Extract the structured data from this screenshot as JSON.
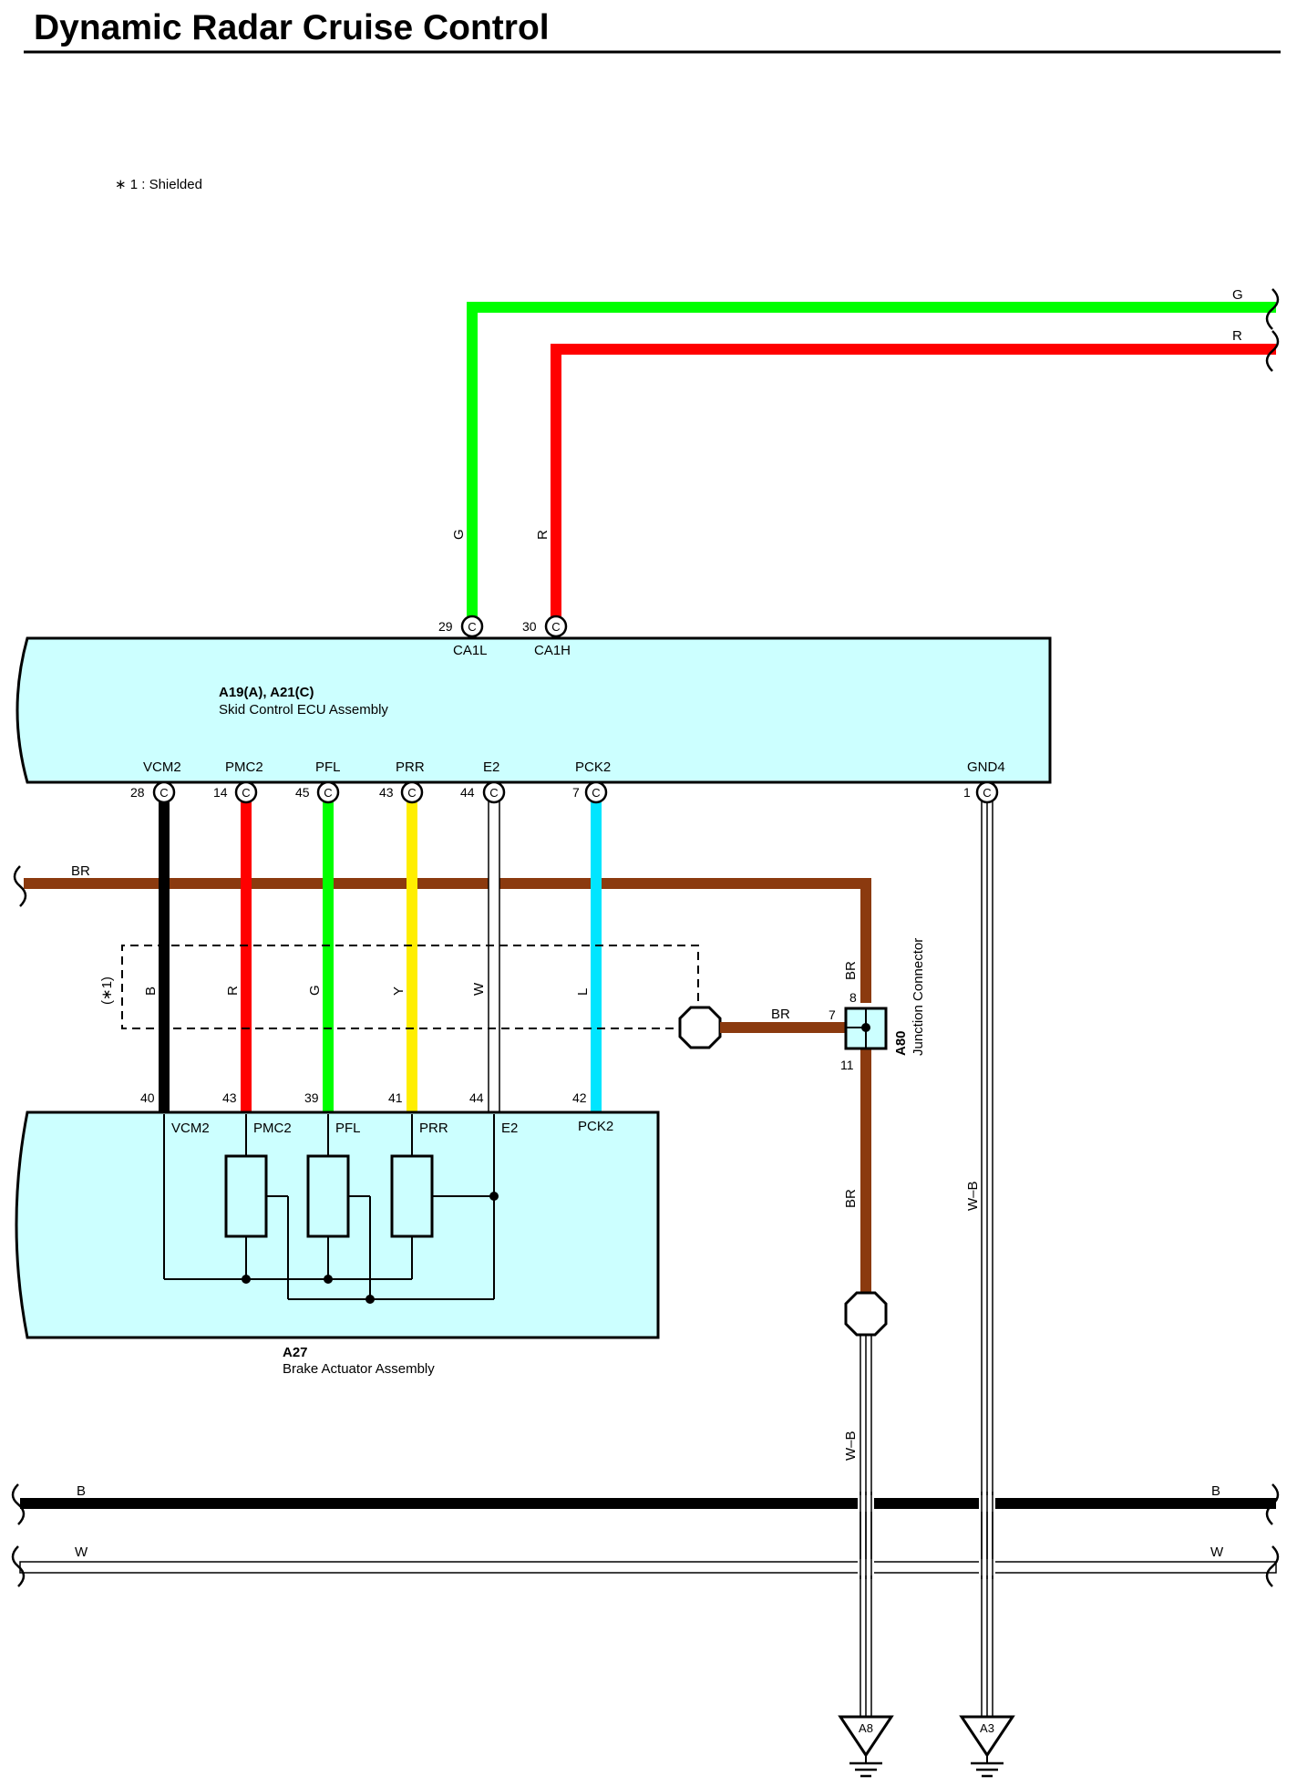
{
  "title": "Dynamic Radar Cruise Control",
  "note": "∗ 1 : Shielded",
  "colors": {
    "G": "#00ff00",
    "R": "#ff0000",
    "B": "#000000",
    "Y": "#ffee00",
    "W": "#ffffff",
    "L": "#00e5ff",
    "BR": "#8b3a0f",
    "box": "#ccffff"
  },
  "ecu": {
    "name": "A19(A), A21(C)",
    "description": "Skid Control ECU Assembly",
    "top_pins": [
      {
        "pin": "29",
        "conn": "C",
        "signal": "CA1L",
        "wire": "G"
      },
      {
        "pin": "30",
        "conn": "C",
        "signal": "CA1H",
        "wire": "R"
      }
    ],
    "bottom_pins": [
      {
        "pin": "28",
        "conn": "C",
        "signal": "VCM2",
        "wire": "B"
      },
      {
        "pin": "14",
        "conn": "C",
        "signal": "PMC2",
        "wire": "R"
      },
      {
        "pin": "45",
        "conn": "C",
        "signal": "PFL",
        "wire": "G"
      },
      {
        "pin": "43",
        "conn": "C",
        "signal": "PRR",
        "wire": "Y"
      },
      {
        "pin": "44",
        "conn": "C",
        "signal": "E2",
        "wire": "W"
      },
      {
        "pin": "7",
        "conn": "C",
        "signal": "PCK2",
        "wire": "L"
      },
      {
        "pin": "1",
        "conn": "C",
        "signal": "GND4",
        "wire": "W–B"
      }
    ]
  },
  "actuator": {
    "name": "A27",
    "description": "Brake Actuator Assembly",
    "pins": [
      {
        "pin": "40",
        "signal": "VCM2"
      },
      {
        "pin": "43",
        "signal": "PMC2"
      },
      {
        "pin": "39",
        "signal": "PFL"
      },
      {
        "pin": "41",
        "signal": "PRR"
      },
      {
        "pin": "44",
        "signal": "E2"
      },
      {
        "pin": "42",
        "signal": "PCK2"
      }
    ]
  },
  "shield_label": "(∗1)",
  "junction": {
    "name": "A80",
    "description": "Junction Connector",
    "pins": {
      "top": "8",
      "left": "7",
      "bottom": "11"
    }
  },
  "wire_labels": {
    "bus_g": "G",
    "bus_r": "R",
    "br_bus": "BR",
    "junction_in": "BR",
    "junction_top": "BR",
    "junction_bottom": "BR",
    "gnd_left": "W–B",
    "gnd_right": "W–B",
    "bus_b_left": "B",
    "bus_b_right": "B",
    "bus_w_left": "W",
    "bus_w_right": "W"
  },
  "grounds": [
    {
      "label": "A8"
    },
    {
      "label": "A3"
    }
  ]
}
